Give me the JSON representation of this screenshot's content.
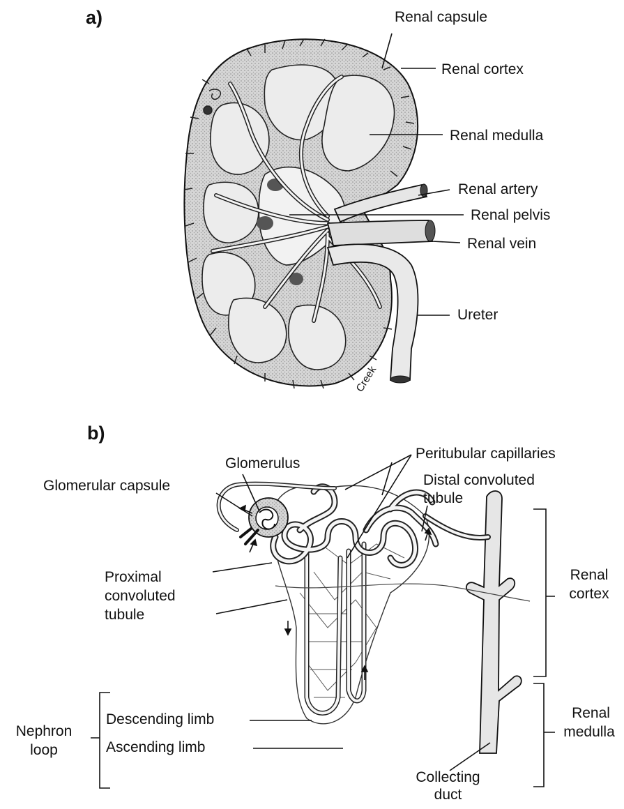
{
  "panels": {
    "a": "a)",
    "b": "b)"
  },
  "kidney_labels": {
    "renal_capsule": "Renal capsule",
    "renal_cortex": "Renal cortex",
    "renal_medulla": "Renal medulla",
    "renal_artery": "Renal artery",
    "renal_pelvis": "Renal pelvis",
    "renal_vein": "Renal vein",
    "ureter": "Ureter"
  },
  "artist_signature": "Creek",
  "nephron_labels": {
    "glomerulus": "Glomerulus",
    "glomerular_capsule": "Glomerular capsule",
    "peritubular_capillaries": "Peritubular capillaries",
    "distal_tubule_line1": "Distal convoluted",
    "distal_tubule_line2": "tubule",
    "proximal_tubule_line1": "Proximal",
    "proximal_tubule_line2": "convoluted",
    "proximal_tubule_line3": "tubule",
    "renal_cortex_line1": "Renal",
    "renal_cortex_line2": "cortex",
    "renal_medulla_line1": "Renal",
    "renal_medulla_line2": "medulla",
    "nephron_loop_line1": "Nephron",
    "nephron_loop_line2": "loop",
    "descending_limb": "Descending limb",
    "ascending_limb": "Ascending limb",
    "collecting_duct_line1": "Collecting",
    "collecting_duct_line2": "duct"
  }
}
